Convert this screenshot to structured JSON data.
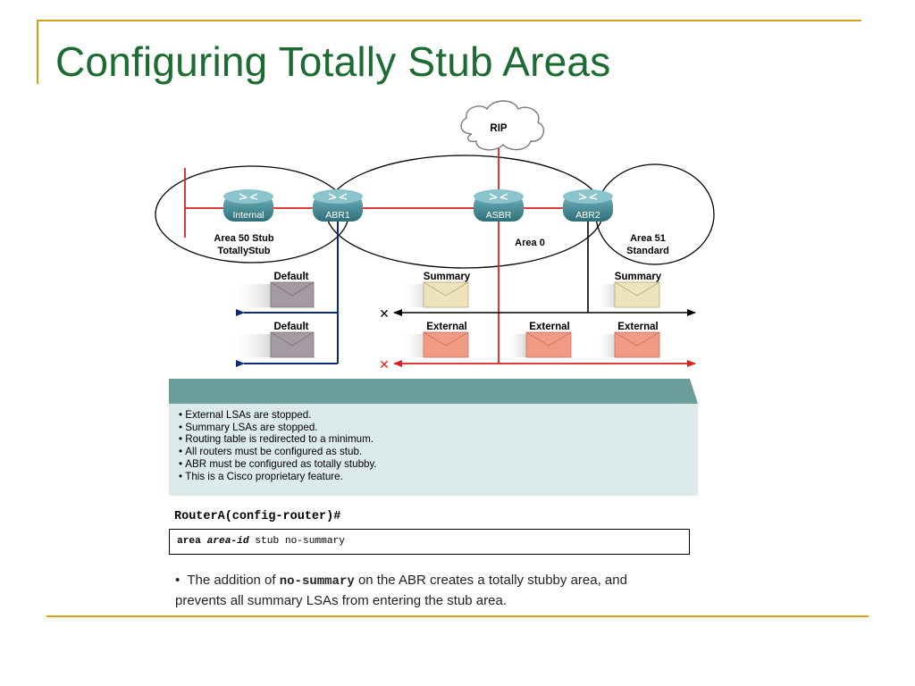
{
  "slide": {
    "title": "Configuring Totally Stub Areas",
    "accent_color": "#d4a017",
    "title_color": "#1b6b32"
  },
  "diagram": {
    "cloud_label": "RIP",
    "routers": {
      "internal": "Internal",
      "abr1": "ABR1",
      "asbr": "ASBR",
      "abr2": "ABR2"
    },
    "areas": {
      "area50_line1": "Area 50 Stub",
      "area50_line2": "TotallyStub",
      "area0": "Area 0",
      "area51_line1": "Area 51",
      "area51_line2": "Standard"
    },
    "lsa_labels": {
      "default_top": "Default",
      "default_bottom": "Default",
      "summary_mid": "Summary",
      "summary_right": "Summary",
      "external_a": "External",
      "external_b": "External",
      "external_c": "External"
    },
    "blocked_marker": "✕",
    "colors": {
      "link_red": "#e02020",
      "default_arrow": "#0a2a7a",
      "summary_envelope": "#efe3bd",
      "external_envelope": "#f19b86",
      "default_envelope": "#a49aa2",
      "router": "#3f8a95"
    }
  },
  "info": {
    "bullets": [
      "External LSAs are stopped.",
      "Summary LSAs are stopped.",
      "Routing table is redirected to a minimum.",
      "All routers must be configured as stub.",
      "ABR must be configured as totally stubby.",
      "This is a Cisco proprietary feature."
    ]
  },
  "command": {
    "prompt": "RouterA(config-router)#",
    "keyword_area": "area",
    "arg_area_id": "area-id",
    "rest": "stub no-summary"
  },
  "note": {
    "prefix": "The addition of",
    "keyword": "no-summary",
    "suffix": "on the ABR creates a totally stubby area, and prevents all summary LSAs from entering the stub area."
  }
}
